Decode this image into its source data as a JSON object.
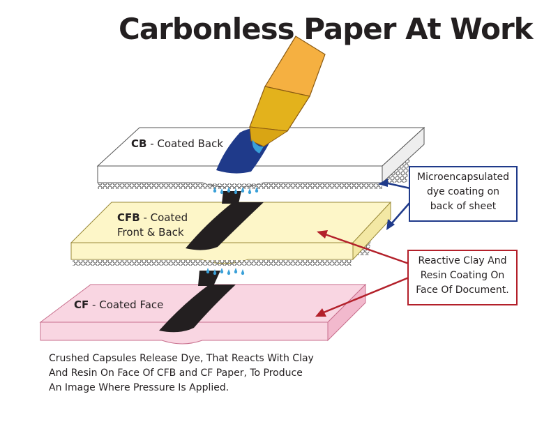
{
  "title": "Carbonless Paper At Work",
  "layers": {
    "cb": {
      "code": "CB",
      "desc": " - Coated Back"
    },
    "cfb": {
      "code": "CFB",
      "desc_line1": " - Coated",
      "desc_line2": "Front & Back"
    },
    "cf": {
      "code": "CF",
      "desc": " - Coated Face"
    }
  },
  "callouts": {
    "dye": {
      "lines": [
        "Microencapsulated",
        "dye coating on",
        "back of sheet"
      ]
    },
    "clay": {
      "lines": [
        "Reactive Clay And",
        "Resin Coating On",
        "Face Of Document."
      ]
    }
  },
  "caption": {
    "lines": [
      "Crushed Capsules Release Dye, That Reacts With Clay",
      "And Resin On Face Of CFB and CF Paper, To Produce",
      "An Image Where Pressure Is Applied."
    ]
  },
  "colors": {
    "cb_sheet": "#ffffff",
    "cfb_sheet": "#fdf6c8",
    "cf_sheet": "#f9d6e2",
    "ink_blue": "#1f3a8a",
    "mark_black": "#231f20",
    "pen_barrel": "#f5b041",
    "pen_tip": "#e3b21c",
    "droplets": "#3aa0d8",
    "callout_blue": "#1f3a8a",
    "callout_red": "#b3202a"
  },
  "icons": [
    "pen-icon",
    "dye-droplets-icon",
    "capsule-beads-icon"
  ]
}
